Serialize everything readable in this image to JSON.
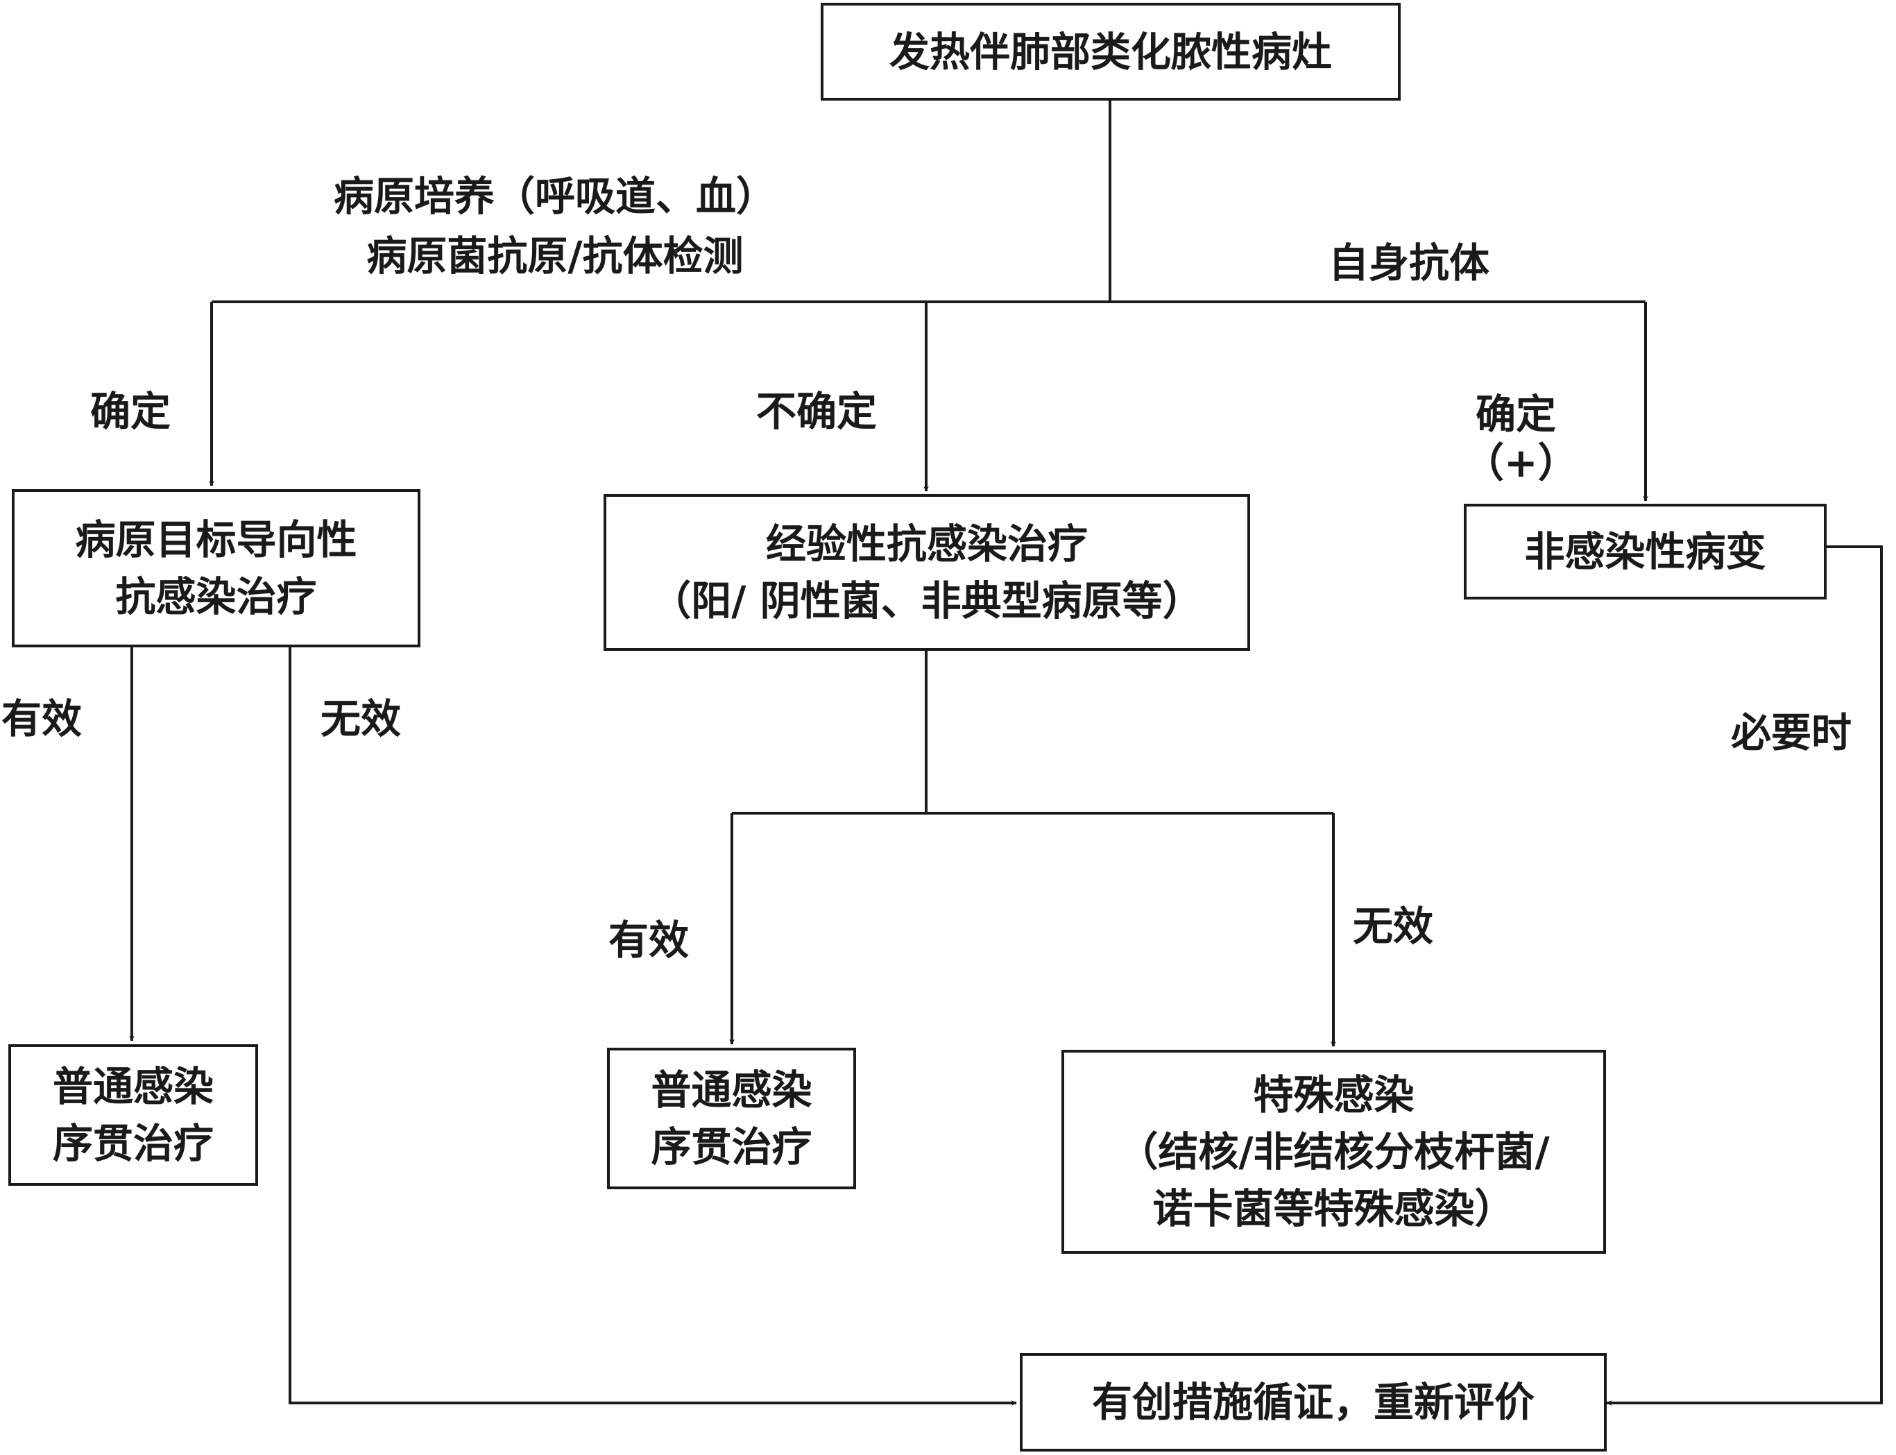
{
  "nodes": {
    "root": {
      "text": "发热伴肺部类化脓性病灶"
    },
    "targeted": {
      "line1": "病原目标导向性",
      "line2": "抗感染治疗"
    },
    "empirical": {
      "line1": "经验性抗感染治疗",
      "line2": "（阳/ 阴性菌、非典型病原等）"
    },
    "noninfectious": {
      "text": "非感染性病变"
    },
    "general_left": {
      "line1": "普通感染",
      "line2": "序贯治疗"
    },
    "general_mid": {
      "line1": "普通感染",
      "line2": "序贯治疗"
    },
    "special": {
      "line1": "特殊感染",
      "line2": "（结核/非结核分枝杆菌/",
      "line3": "诺卡菌等特殊感染）"
    },
    "invasive": {
      "text": "有创措施循证，重新评价"
    }
  },
  "labels": {
    "tests_line1": "病原培养（呼吸道、血）",
    "tests_line2": "病原菌抗原/抗体检测",
    "autoantibody": "自身抗体",
    "confirmed_left": "确定",
    "uncertain": "不确定",
    "confirmed_right": "确定",
    "confirmed_right_sign": "（+）",
    "effective_left": "有效",
    "ineffective_left": "无效",
    "effective_mid": "有效",
    "ineffective_mid": "无效",
    "when_needed": "必要时"
  }
}
